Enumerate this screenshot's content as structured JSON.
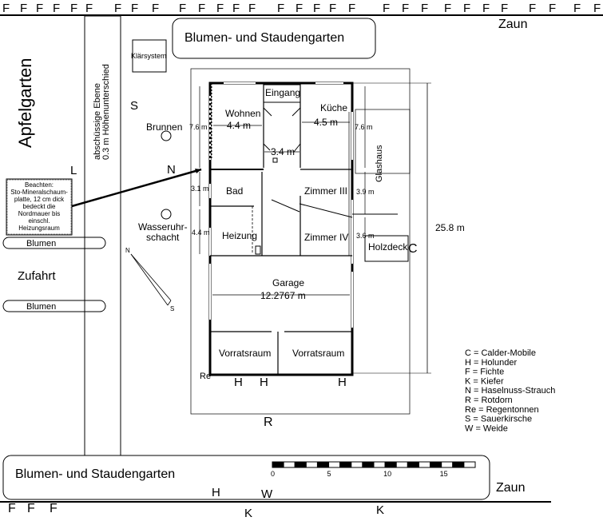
{
  "fence_row_top": [
    "F",
    "F",
    "F",
    "F",
    "F",
    "F",
    "F",
    "F",
    "F",
    "F",
    "F",
    "F",
    "F",
    "F",
    "F",
    "F",
    "F",
    "F",
    "F",
    "F",
    "F",
    "F",
    "F",
    "F",
    "F",
    "F",
    "F",
    "F",
    "F",
    "F",
    "F"
  ],
  "fence_row_bottom": [
    "F",
    "F",
    "F"
  ],
  "zaun_top": "Zaun",
  "zaun_bottom": "Zaun",
  "garden_top": "Blumen- und Staudengarten",
  "garden_bottom": "Blumen- und Staudengarten",
  "klaersystem": "Klärsystem",
  "apfelgarten": "Apfelgarten",
  "slope_line1": "abschüssige Ebene",
  "slope_line2": "0.3 m Höhenunterschied",
  "brunnen": "Brunnen",
  "wasseruhr_line1": "Wasseruhr-",
  "wasseruhr_line2": "schacht",
  "note_lines": [
    "Beachten:",
    "Sto-Mineralschaum-",
    "platte, 12 cm dick",
    "bedeckt die",
    "Nordmauer bis",
    "einschl.",
    "Heizungsraum"
  ],
  "blumen_1": "Blumen",
  "blumen_2": "Blumen",
  "zufahrt": "Zufahrt",
  "compass_n": "N",
  "compass_s": "S",
  "tree_labels": {
    "S": "S",
    "N": "N",
    "L": "L",
    "C": "C",
    "R": "R",
    "Re": "Re",
    "H1": "H",
    "H2": "H",
    "H3": "H",
    "H4": "H",
    "W": "W",
    "K1": "K",
    "K2": "K"
  },
  "rooms": {
    "eingang": "Eingang",
    "wohnen": "Wohnen",
    "wohnen_dim": "4.4 m",
    "kueche": "Küche",
    "kueche_dim": "4.5 m",
    "hall_dim": "3.4 m",
    "bad": "Bad",
    "zimmer3": "Zimmer III",
    "heizung": "Heizung",
    "zimmer4": "Zimmer IV",
    "holzdeck": "Holzdeck",
    "garage": "Garage",
    "garage_dim": "12.2767 m",
    "vorratsraum_1": "Vorratsraum",
    "vorratsraum_2": "Vorratsraum",
    "glashaus": "Glashaus"
  },
  "dims": {
    "left_top": "7.6 m",
    "left_mid": "3.1 m",
    "left_low": "4.4 m",
    "right_top": "7.6 m",
    "right_mid": "3.9 m",
    "right_low": "3.6 m",
    "total": "25.8 m"
  },
  "legend": [
    "C = Calder-Mobile",
    "H = Holunder",
    "F = Fichte",
    "K = Kiefer",
    "N = Haselnuss-Strauch",
    "R = Rotdorn",
    "Re = Regentonnen",
    "S = Sauerkirsche",
    "W = Weide"
  ],
  "scale_labels": [
    "0",
    "5",
    "10",
    "15"
  ]
}
